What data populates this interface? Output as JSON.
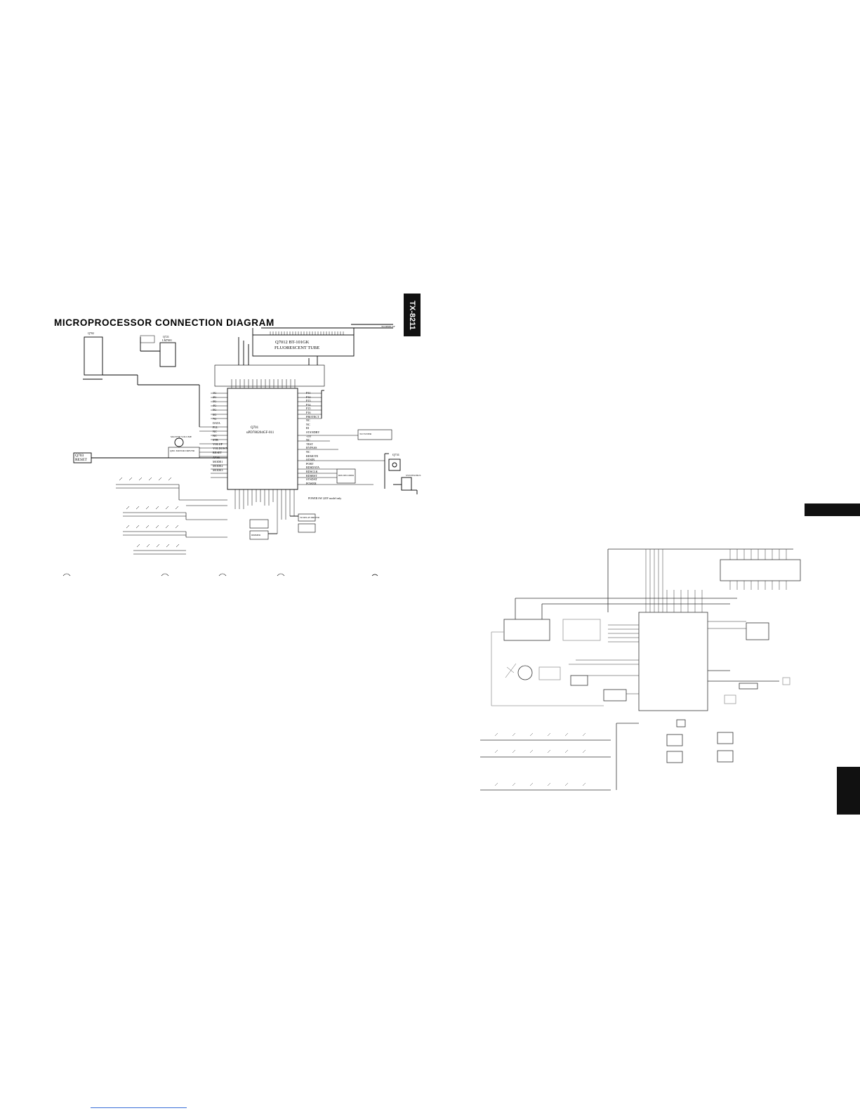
{
  "page": {
    "title": "MICROPROCESSOR CONNECTION DIAGRAM",
    "model_tab": "TX-8211"
  },
  "diagram": {
    "display": {
      "ref": "Q7012 BT-101GK",
      "name": "FLUORESCENT TUBE"
    },
    "microprocessor": {
      "ref": "Q701",
      "part": "uPD780204GF-011",
      "right_pins": [
        "P11",
        "P12",
        "P13",
        "P14",
        "P15",
        "P16",
        "PROTECT",
        "NC",
        "NC",
        "RI",
        "STANDBY",
        "+5V",
        "NC",
        "TEST",
        "BYPASS",
        "NC",
        "REMOTE",
        "SYSIN",
        "PORT",
        "RDSDATA",
        "RDSCLK",
        "RDSRST",
        "SYSDAT",
        "POWER"
      ],
      "left_pins": [
        "1G",
        "2G",
        "3G",
        "4G",
        "5G",
        "6G",
        "7G",
        "DATA",
        "PLL",
        "NC",
        "NC",
        "STB",
        "VOLUP",
        "VOLDOWN",
        "RESET",
        "AVSS",
        "MODE1",
        "MODE2",
        "MODE3"
      ]
    },
    "reset": {
      "ref": "Q703",
      "label": "RESET"
    },
    "eeprom_ref": "Q702",
    "logic_ref": "Q721",
    "logic_part": "LM7001",
    "remote_sensor_ref": "Q731",
    "motor_label": "MASTER VOLUME",
    "motor_driver": "Q301 MOTOR DRIVER",
    "power_switch_note": "POWER SW 220V model only",
    "system_jack": "SYSTEM BUS",
    "to_display": "TO DISPLAY",
    "to_tuner": "TO TUNER",
    "to_relay": "TO RELAY DRIVER",
    "dimmer": "DIMMER",
    "rds_ic": "RDS DECODER"
  }
}
